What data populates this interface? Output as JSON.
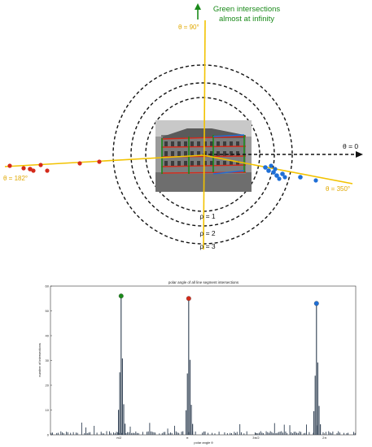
{
  "diagram": {
    "green_caption_line1": "Green intersections",
    "green_caption_line2": "almost at infinity",
    "theta_90": "θ = 90°",
    "theta_0": "θ = 0",
    "theta_182": "θ = 182°",
    "theta_350": "θ = 350°",
    "rho_1": "ρ = 1",
    "rho_2": "ρ = 2",
    "rho_3": "ρ = 3",
    "colors": {
      "yellow": "#f2c200",
      "green": "#1a8a1a",
      "red": "#d42a1a",
      "blue": "#1f6fd6",
      "black": "#111111"
    }
  },
  "chart_data": {
    "type": "bar",
    "title": "polar angle of all line segment intersections",
    "xlabel": "polar angle θ",
    "ylabel": "number of intersections",
    "ylim": [
      0,
      60
    ],
    "yticks": [
      0,
      10,
      20,
      30,
      40,
      50,
      60
    ],
    "xlim": [
      0,
      7
    ],
    "xticks": [
      {
        "value": 1.5708,
        "label": "π/2"
      },
      {
        "value": 3.1416,
        "label": "π"
      },
      {
        "value": 4.7124,
        "label": "3π/2"
      },
      {
        "value": 6.2832,
        "label": "2π"
      }
    ],
    "peaks": [
      {
        "x": 1.62,
        "value": 56,
        "color": "#1a8a1a"
      },
      {
        "x": 3.17,
        "value": 55,
        "color": "#d42a1a"
      },
      {
        "x": 6.1,
        "value": 53,
        "color": "#1f6fd6"
      }
    ]
  }
}
